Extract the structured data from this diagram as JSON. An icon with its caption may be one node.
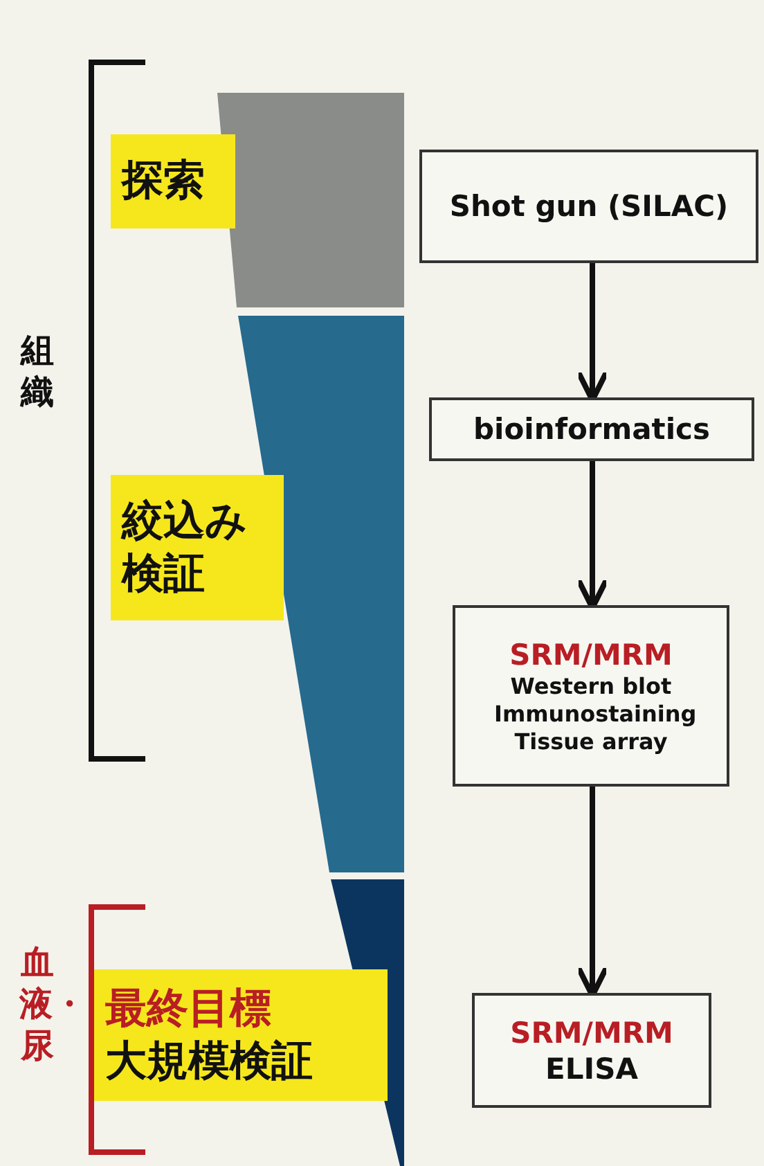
{
  "diagram": {
    "nodes": [
      {
        "text": [
          "Shot gun (SILAC)"
        ]
      },
      {
        "text": [
          "bioinformatics"
        ]
      },
      {
        "text": [
          "SRM/MRM",
          "Western blot Immunostaining Tissue array"
        ]
      },
      {
        "text": [
          "SRM/MRM",
          "ELISA"
        ]
      },
      {
        "text": [
          "探索"
        ]
      },
      {
        "text": [
          "絞込み検証"
        ]
      },
      {
        "text": [
          "最終目標",
          "大規模検証"
        ]
      }
    ],
    "edges": [
      {
        "from": 0,
        "to": 1,
        "arrow": "to"
      },
      {
        "from": 1,
        "to": 2,
        "arrow": "to"
      },
      {
        "from": 2,
        "to": 3,
        "arrow": "to"
      }
    ],
    "labels": [
      "組織",
      "血液・尿"
    ]
  }
}
